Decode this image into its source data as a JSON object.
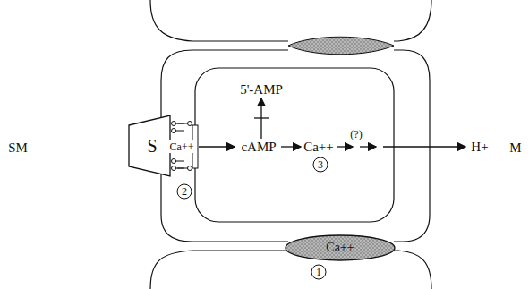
{
  "diagram": {
    "nodes": [
      {
        "text": [
          "S"
        ]
      },
      {
        "text": [
          "Ca++"
        ]
      }
    ],
    "labels": [
      "SM",
      "M",
      "Ca++",
      "2",
      "5'-AMP",
      "cAMP",
      "Ca++",
      "(?)",
      "3",
      "H+",
      "1"
    ]
  }
}
